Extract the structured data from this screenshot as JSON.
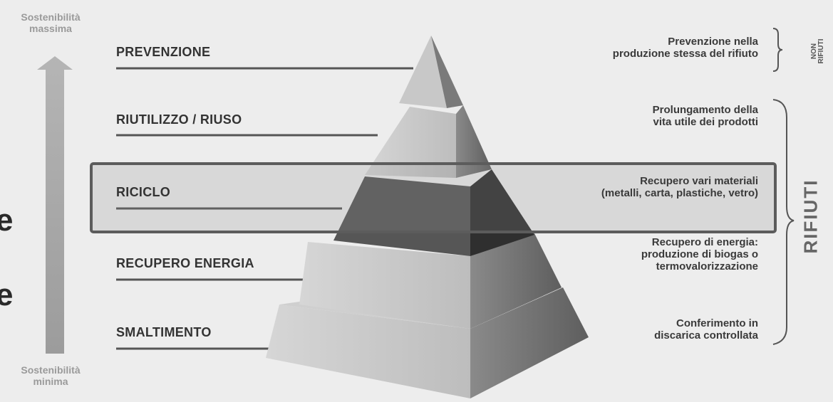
{
  "axis": {
    "top_label": "Sostenibilità\nmassima",
    "bottom_label": "Sostenibilità\nminima"
  },
  "edge_fragments": [
    "e",
    "e"
  ],
  "levels": [
    {
      "label": "PREVENZIONE",
      "description": "Prevenzione nella\nproduzione stessa del rifiuto"
    },
    {
      "label": "RIUTILIZZO / RIUSO",
      "description": "Prolungamento della\nvita utile dei prodotti"
    },
    {
      "label": "RICICLO",
      "description": "Recupero vari materiali\n(metalli, carta, plastiche, vetro)"
    },
    {
      "label": "RECUPERO ENERGIA",
      "description": "Recupero di energia:\nproduzione di biogas o\ntermovalorizzazione"
    },
    {
      "label": "SMALTIMENTO",
      "description": "Conferimento in\ndiscarica controllata"
    }
  ],
  "groups": {
    "non_rifiuti": "NON\nRIFIUTI",
    "rifiuti": "RIFIUTI"
  },
  "highlighted_level": "RICICLO",
  "colors": {
    "arrow": "#a9a9a9",
    "highlight_border": "#5c5c5c",
    "highlight_fill": "#8c8c8c",
    "pyramid_light": "#c4c4c4",
    "pyramid_dark": "#6a6a6a",
    "pyramid_highlight_face": "#3e3e3e"
  }
}
